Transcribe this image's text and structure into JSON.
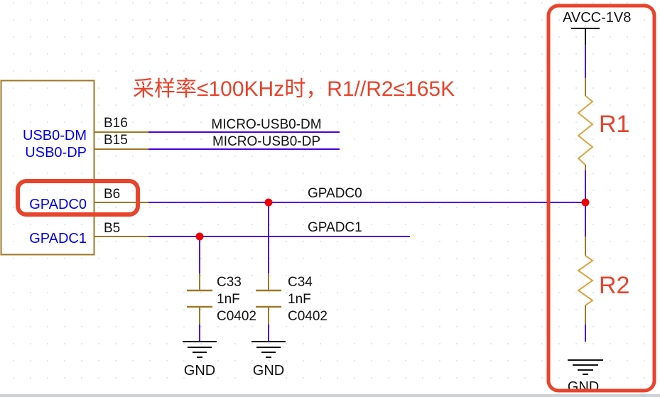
{
  "note": {
    "text": "采样率≤100KHz时，R1//R2≤165K"
  },
  "ic": {
    "pins": [
      {
        "name": "USB0-DM",
        "number": "B16"
      },
      {
        "name": "USB0-DP",
        "number": "B15"
      },
      {
        "name": "GPADC0",
        "number": "B6"
      },
      {
        "name": "GPADC1",
        "number": "B5"
      }
    ]
  },
  "nets": {
    "usb_dm": "MICRO-USB0-DM",
    "usb_dp": "MICRO-USB0-DP",
    "adc0": "GPADC0",
    "adc1": "GPADC1"
  },
  "capacitors": [
    {
      "ref": "C33",
      "value": "1nF",
      "footprint": "C0402"
    },
    {
      "ref": "C34",
      "value": "1nF",
      "footprint": "C0402"
    }
  ],
  "resistors": [
    {
      "ref": "R1"
    },
    {
      "ref": "R2"
    }
  ],
  "power": {
    "rail": "AVCC-1V8",
    "ground": "GND"
  },
  "colors": {
    "wire": "#4b00da",
    "component": "#a07828",
    "resistor_body": "#d9a440",
    "pin_name_text": "#0000e8",
    "highlight_red": "#e8432b",
    "junction_red": "#ee0000",
    "grid_dot": "#d7ecee"
  }
}
